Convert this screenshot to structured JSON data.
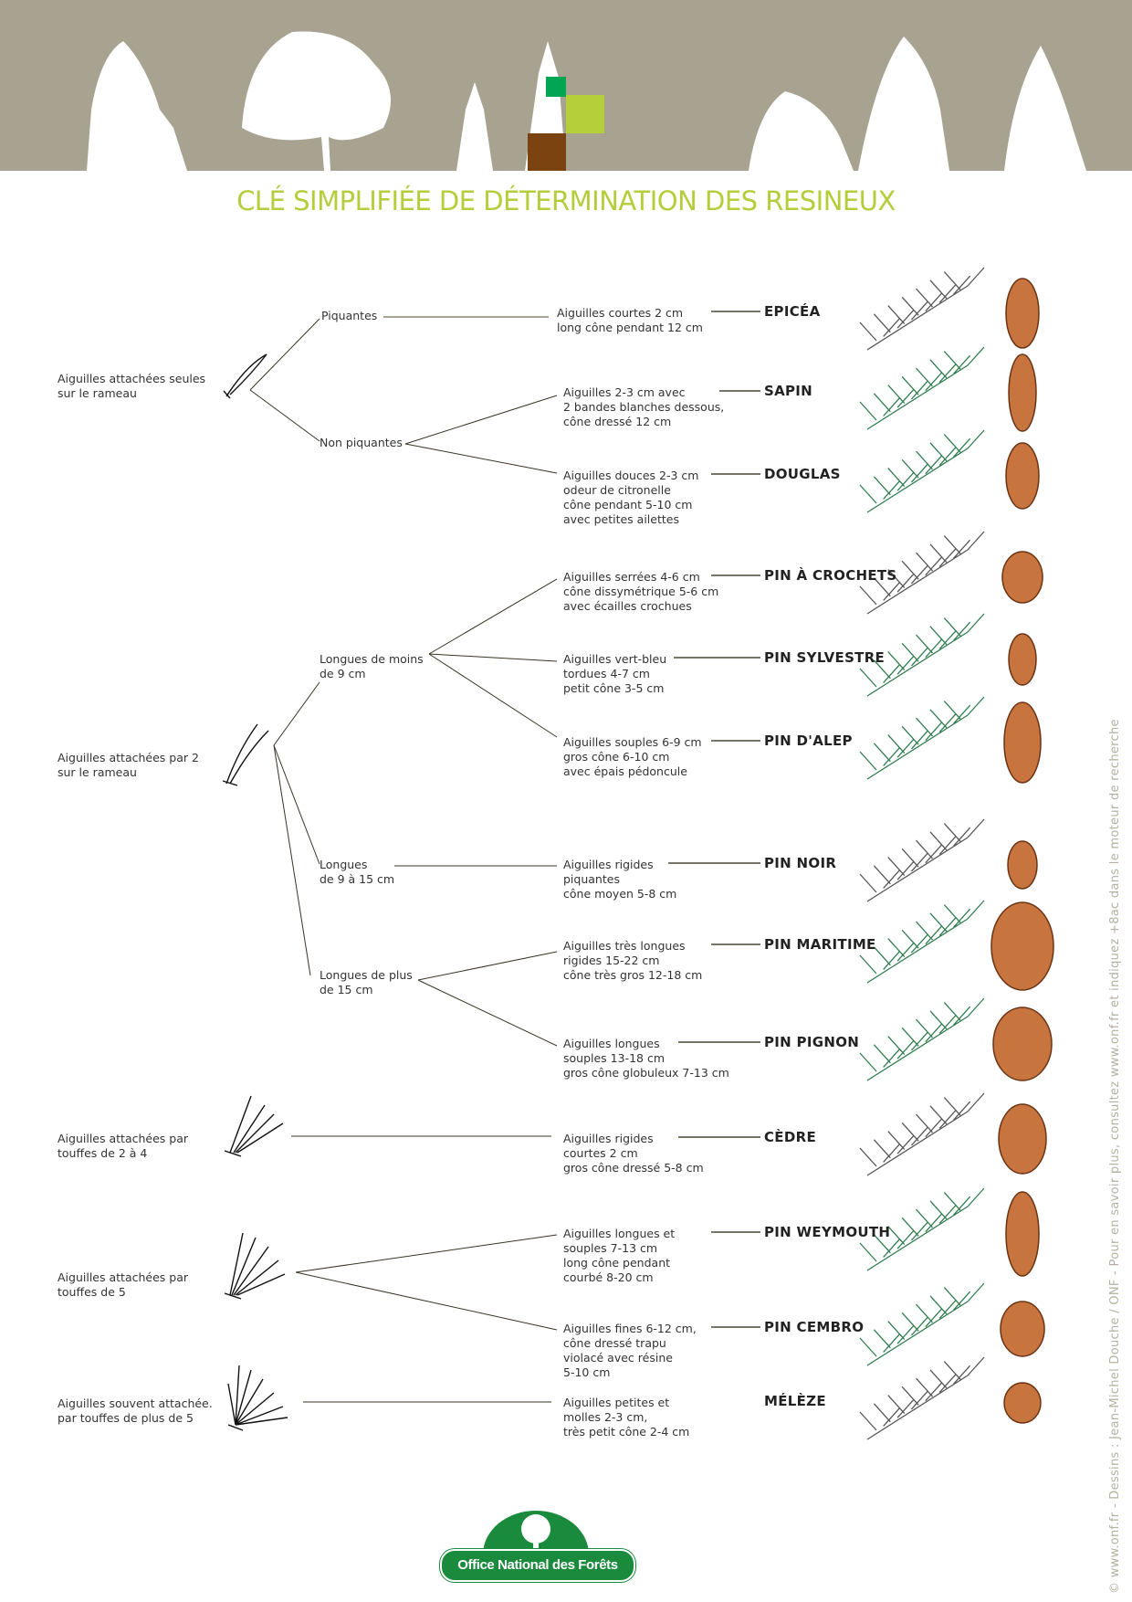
{
  "title": "CLÉ SIMPLIFIÉE DE DÉTERMINATION DES RESINEUX",
  "colors": {
    "header": "#a8a291",
    "title": "#b5cd3a",
    "square_green": "#00a651",
    "square_lime": "#b5cf3b",
    "square_brown": "#7a4310",
    "logo": "#1a8a3c"
  },
  "criteria": [
    {
      "lines": [
        "Aiguilles attachées seules",
        "sur le rameau"
      ]
    },
    {
      "lines": [
        "Aiguilles attachées par 2",
        "sur le rameau"
      ]
    },
    {
      "lines": [
        "Aiguilles attachées par",
        "touffes de 2 à 4"
      ]
    },
    {
      "lines": [
        "Aiguilles attachées par",
        "touffes de 5"
      ]
    },
    {
      "lines": [
        "Aiguilles souvent attachée.",
        "par touffes de plus de 5"
      ]
    }
  ],
  "subcriteria": [
    {
      "lines": [
        "Piquantes"
      ]
    },
    {
      "lines": [
        "Non piquantes"
      ]
    },
    {
      "lines": [
        "Longues de moins",
        "de 9 cm"
      ]
    },
    {
      "lines": [
        "Longues",
        "de 9 à 15 cm"
      ]
    },
    {
      "lines": [
        "Longues de plus",
        "de 15 cm"
      ]
    }
  ],
  "species": [
    {
      "name": "EPICÉA",
      "desc": [
        "Aiguilles courtes 2 cm",
        "long cône pendant 12 cm"
      ]
    },
    {
      "name": "SAPIN",
      "desc": [
        "Aiguilles 2-3 cm avec",
        "2 bandes blanches dessous,",
        "cône dressé 12 cm"
      ]
    },
    {
      "name": "DOUGLAS",
      "desc": [
        "Aiguilles douces 2-3 cm",
        "odeur de citronelle",
        "cône pendant 5-10 cm",
        "avec petites ailettes"
      ]
    },
    {
      "name": "PIN À CROCHETS",
      "desc": [
        "Aiguilles serrées 4-6 cm",
        "cône dissymétrique 5-6 cm",
        "avec écailles crochues"
      ]
    },
    {
      "name": "PIN SYLVESTRE",
      "desc": [
        "Aiguilles vert-bleu",
        "tordues 4-7 cm",
        "petit cône 3-5 cm"
      ]
    },
    {
      "name": "PIN D'ALEP",
      "desc": [
        "Aiguilles souples 6-9 cm",
        "gros cône 6-10 cm",
        "avec épais pédoncule"
      ]
    },
    {
      "name": "PIN NOIR",
      "desc": [
        "Aiguilles rigides",
        "piquantes",
        "cône moyen 5-8 cm"
      ]
    },
    {
      "name": "PIN MARITIME",
      "desc": [
        "Aiguilles très longues",
        "rigides 15-22 cm",
        "cône très gros 12-18 cm"
      ]
    },
    {
      "name": "PIN PIGNON",
      "desc": [
        "Aiguilles longues",
        "souples 13-18 cm",
        "gros cône globuleux 7-13 cm"
      ]
    },
    {
      "name": "CÈDRE",
      "desc": [
        "Aiguilles rigides",
        "courtes 2 cm",
        "gros cône dressé 5-8 cm"
      ]
    },
    {
      "name": "PIN WEYMOUTH",
      "desc": [
        "Aiguilles longues et",
        "souples 7-13 cm",
        "long cône pendant",
        "courbé 8-20 cm"
      ]
    },
    {
      "name": "PIN CEMBRO",
      "desc": [
        "Aiguilles fines 6-12 cm,",
        "cône dressé trapu",
        "violacé avec résine",
        "5-10 cm"
      ]
    },
    {
      "name": "MÉLÈZE",
      "desc": [
        "Aiguilles petites et",
        "molles 2-3 cm,",
        "très petit cône 2-4 cm"
      ]
    }
  ],
  "credits": "© www.onf.fr  -  Dessins : Jean-Michel Douche / ONF  -  Pour en savoir plus, consultez  www.onf.fr  et indiquez   +8ac   dans le moteur de recherche",
  "logo_text": "Office National des Forêts"
}
